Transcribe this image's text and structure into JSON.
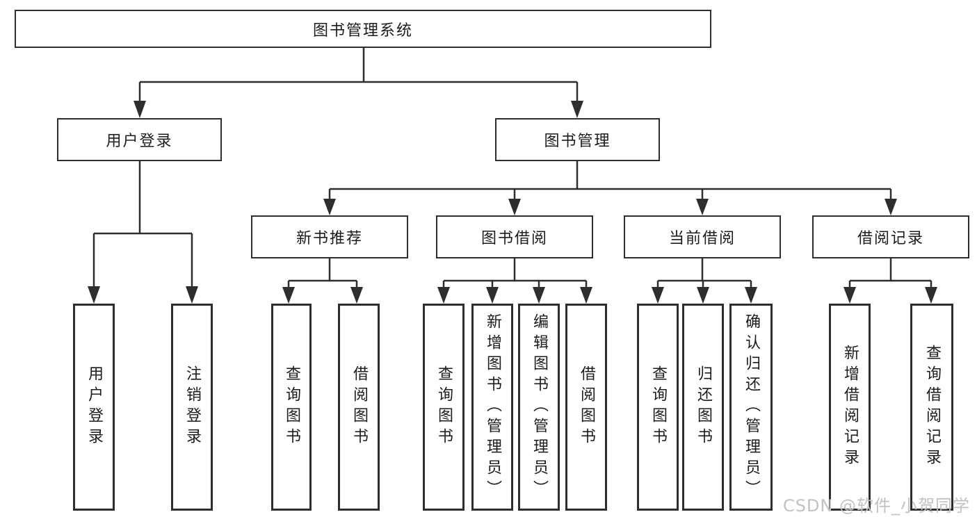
{
  "colors": {
    "line": "#2e2e2e",
    "text": "#1c1c1c",
    "background": "#ffffff",
    "watermark": "#c2c2c2"
  },
  "tree": {
    "root": {
      "label": "图书管理系统"
    },
    "level2": [
      {
        "label": "用户登录",
        "children": [
          {
            "label": "用户登录"
          },
          {
            "label": "注销登录"
          }
        ]
      },
      {
        "label": "图书管理",
        "children": [
          {
            "label": "新书推荐",
            "children": [
              {
                "label": "查询图书"
              },
              {
                "label": "借阅图书"
              }
            ]
          },
          {
            "label": "图书借阅",
            "children": [
              {
                "label": "查询图书"
              },
              {
                "label": "新增图书（管理员）"
              },
              {
                "label": "编辑图书（管理员）"
              },
              {
                "label": "借阅图书"
              }
            ]
          },
          {
            "label": "当前借阅",
            "children": [
              {
                "label": "查询图书"
              },
              {
                "label": "归还图书"
              },
              {
                "label": "确认归还（管理员）"
              }
            ]
          },
          {
            "label": "借阅记录",
            "children": [
              {
                "label": "新增借阅记录"
              },
              {
                "label": "查询借阅记录"
              }
            ]
          }
        ]
      }
    ]
  },
  "watermark": {
    "text": "CSDN @软件_小贺同学"
  }
}
